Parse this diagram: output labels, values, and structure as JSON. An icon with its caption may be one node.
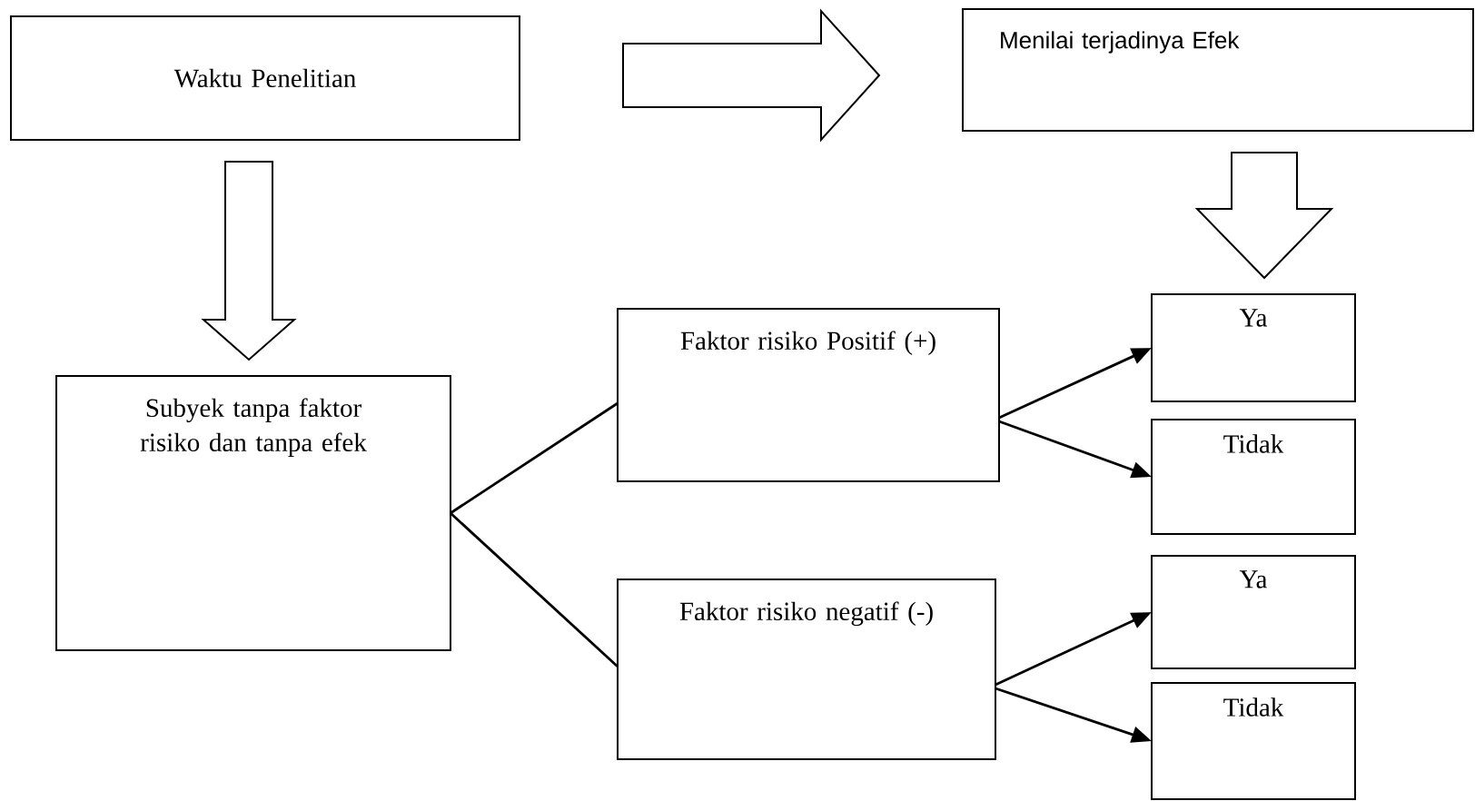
{
  "diagram": {
    "nodes": [
      {
        "text": [
          "Waktu Penelitian"
        ]
      },
      {
        "text": [
          "Menilai terjadinya Efek"
        ]
      },
      {
        "text": [
          "Subyek tanpa faktor risiko dan tanpa efek"
        ]
      },
      {
        "text": [
          "Faktor risiko Positif (+)"
        ]
      },
      {
        "text": [
          "Faktor risiko negatif (-)"
        ]
      },
      {
        "text": [
          "Ya"
        ]
      },
      {
        "text": [
          "Tidak"
        ]
      },
      {
        "text": [
          "Ya"
        ]
      },
      {
        "text": [
          "Tidak"
        ]
      }
    ],
    "edges": [
      {
        "from": 0,
        "to": 1,
        "arrow": "to",
        "style": "thick"
      },
      {
        "from": 0,
        "to": 2,
        "arrow": "to",
        "style": "thick"
      },
      {
        "from": 1,
        "to": 5,
        "arrow": "to",
        "style": "thick"
      },
      {
        "from": 2,
        "to": 3,
        "arrow": "none"
      },
      {
        "from": 2,
        "to": 4,
        "arrow": "none"
      },
      {
        "from": 3,
        "to": 5,
        "arrow": "to"
      },
      {
        "from": 3,
        "to": 6,
        "arrow": "to"
      },
      {
        "from": 4,
        "to": 7,
        "arrow": "to"
      },
      {
        "from": 4,
        "to": 8,
        "arrow": "to"
      }
    ]
  }
}
